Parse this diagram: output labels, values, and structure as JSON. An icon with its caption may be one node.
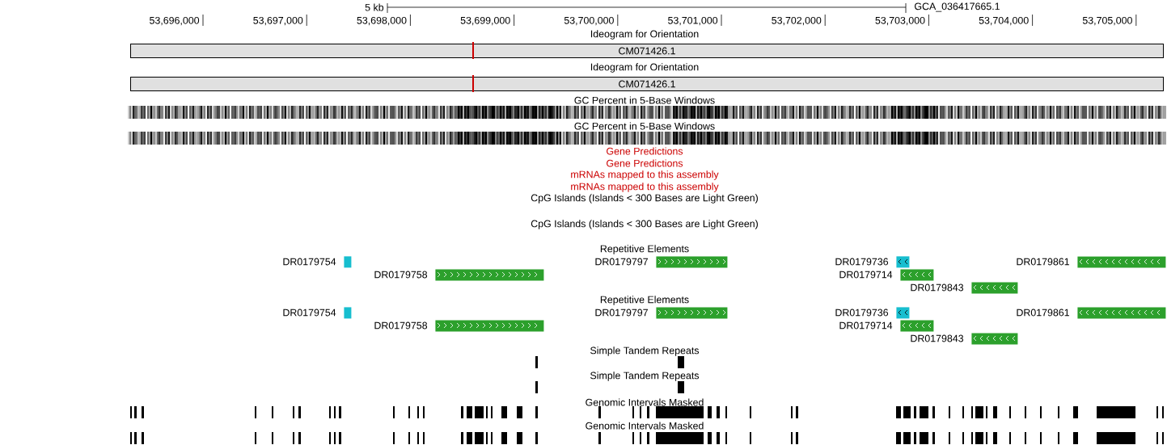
{
  "diagram": {
    "nodes": [
      {
        "text": [
          "CM071426.1"
        ]
      },
      {
        "text": [
          "CM071426.1"
        ]
      },
      {
        "text": [],
        "shape": "bar",
        "beside": [
          "DR0179754"
        ]
      },
      {
        "text": [],
        "shape": "bar",
        "beside": [
          "DR0179797"
        ]
      },
      {
        "text": [],
        "shape": "bar",
        "beside": [
          "DR0179736"
        ]
      },
      {
        "text": [],
        "shape": "bar",
        "beside": [
          "DR0179861"
        ]
      },
      {
        "text": [],
        "shape": "bar",
        "beside": [
          "DR0179758"
        ]
      },
      {
        "text": [],
        "shape": "bar",
        "beside": [
          "DR0179714"
        ]
      },
      {
        "text": [],
        "shape": "bar",
        "beside": [
          "DR0179843"
        ]
      },
      {
        "text": [],
        "shape": "bar",
        "beside": [
          "DR0179754"
        ]
      },
      {
        "text": [],
        "shape": "bar",
        "beside": [
          "DR0179797"
        ]
      },
      {
        "text": [],
        "shape": "bar",
        "beside": [
          "DR0179736"
        ]
      },
      {
        "text": [],
        "shape": "bar",
        "beside": [
          "DR0179861"
        ]
      },
      {
        "text": [],
        "shape": "bar",
        "beside": [
          "DR0179758"
        ]
      },
      {
        "text": [],
        "shape": "bar",
        "beside": [
          "DR0179714"
        ]
      },
      {
        "text": [],
        "shape": "bar",
        "beside": [
          "DR0179843"
        ]
      }
    ],
    "labels": [
      "5 kb",
      "GCA_036417665.1",
      "53,696,000",
      "53,697,000",
      "53,698,000",
      "53,699,000",
      "53,700,000",
      "53,701,000",
      "53,702,000",
      "53,703,000",
      "53,704,000",
      "53,705,000",
      "Ideogram for Orientation",
      "Ideogram for Orientation",
      "GC Percent in 5-Base Windows",
      "GC Percent in 5-Base Windows",
      "Gene Predictions",
      "Gene Predictions",
      "mRNAs mapped to this assembly",
      "mRNAs mapped to this assembly",
      "CpG Islands (Islands < 300 Bases are Light Green)",
      "CpG Islands (Islands < 300 Bases are Light Green)",
      "Repetitive Elements",
      "Repetitive Elements",
      "Simple Tandem Repeats",
      "Simple Tandem Repeats",
      "Genomic Intervals Masked",
      "Genomic Intervals Masked"
    ]
  }
}
